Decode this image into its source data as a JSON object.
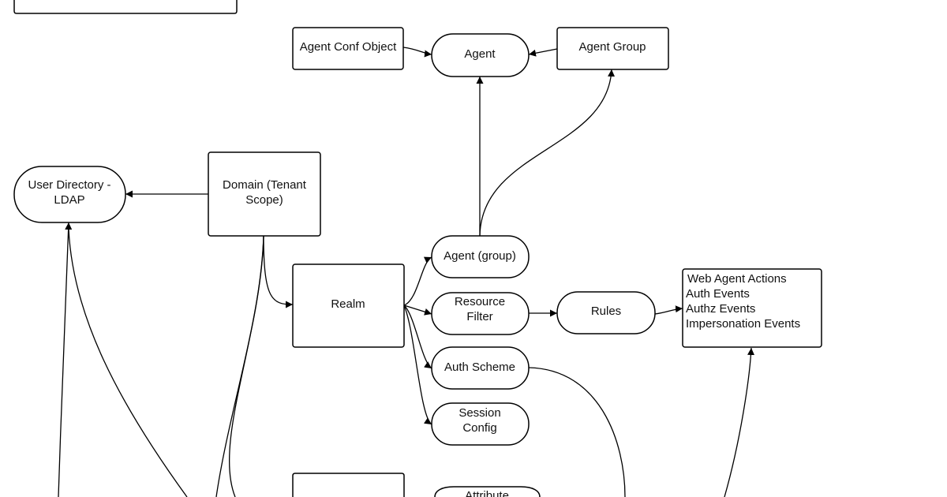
{
  "nodes": {
    "agent_conf_object": "Agent Conf Object",
    "agent": "Agent",
    "agent_group": "Agent Group",
    "user_directory": [
      "User Directory -",
      "LDAP"
    ],
    "domain": [
      "Domain (Tenant",
      "Scope)"
    ],
    "realm": "Realm",
    "agent_group_child": "Agent (group)",
    "resource_filter": [
      "Resource",
      "Filter"
    ],
    "rules": "Rules",
    "web_agent_actions": [
      "Web Agent Actions",
      "Auth Events",
      "Authz Events",
      "Impersonation Events"
    ],
    "auth_scheme": "Auth Scheme",
    "session_config": [
      "Session",
      "Config"
    ],
    "attribute": "Attribute"
  },
  "colors": {
    "stroke": "#000000",
    "background": "#ffffff"
  }
}
